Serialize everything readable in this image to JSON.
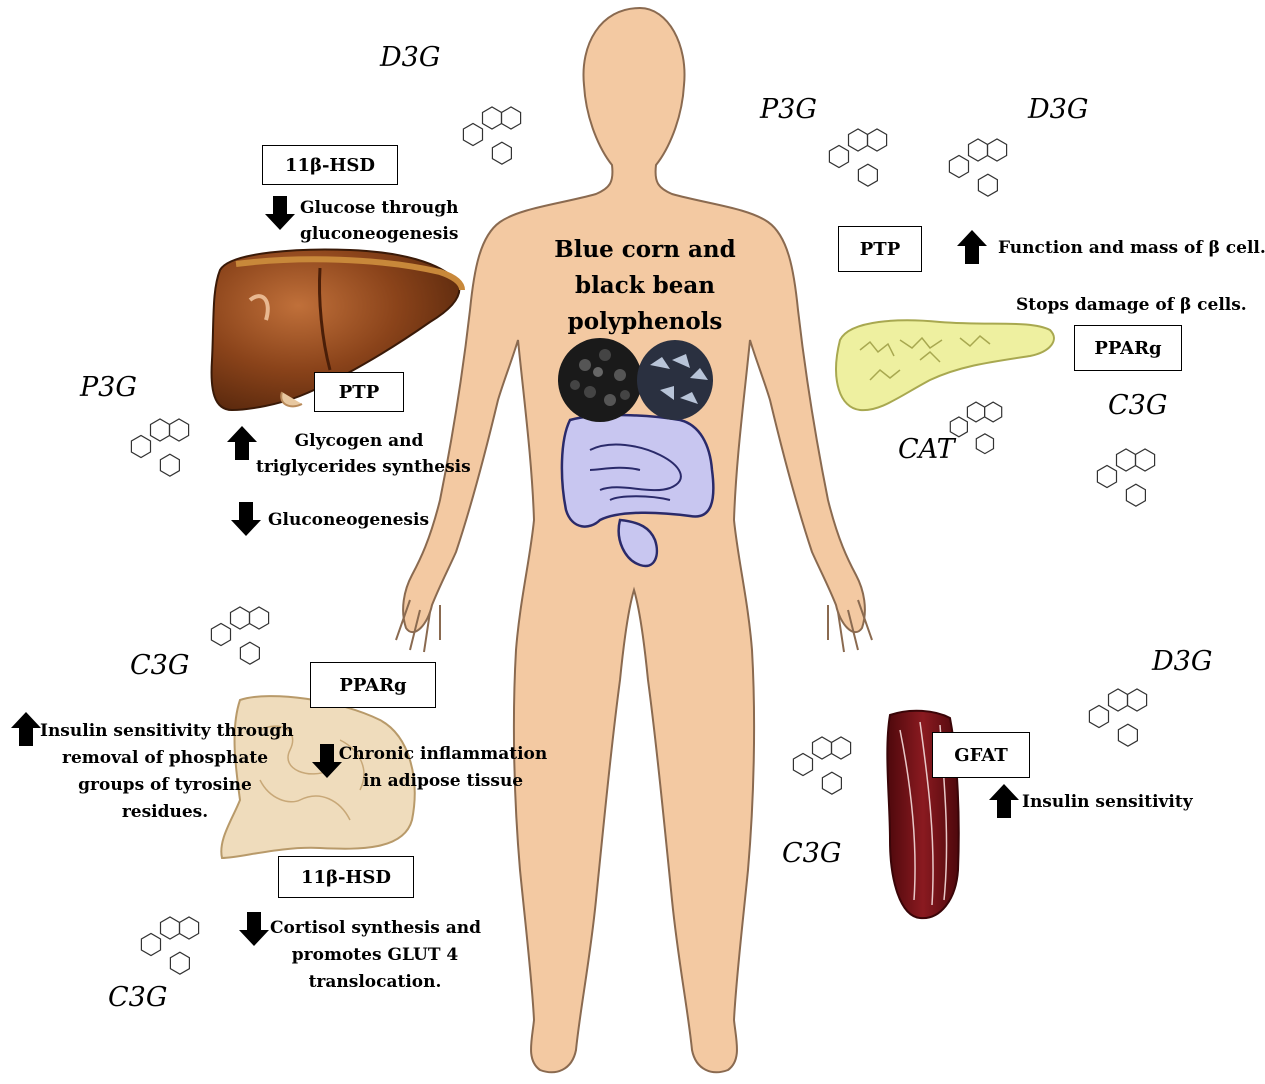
{
  "center": {
    "title_lines": [
      "Blue corn and",
      "black bean",
      "polyphenols"
    ]
  },
  "compounds": {
    "d3g_top": "D3G",
    "p3g_right": "P3G",
    "d3g_right": "D3G",
    "p3g_liver": "P3G",
    "cat": "CAT",
    "c3g_pancreas": "C3G",
    "c3g_adipose": "C3G",
    "d3g_muscle": "D3G",
    "c3g_muscle": "C3G",
    "c3g_bottom": "C3G"
  },
  "liver": {
    "hsd_box": "11β-HSD",
    "glucose_lines": [
      "Glucose through",
      "gluconeogenesis"
    ],
    "ptp_box": "PTP",
    "glycogen_lines": [
      "Glycogen and",
      "triglycerides synthesis"
    ],
    "gluconeo": "Gluconeogenesis"
  },
  "pancreas": {
    "ptp_box": "PTP",
    "function_text": "Function and mass of β cell.",
    "stops_text": "Stops damage of β cells.",
    "ppar_box": "PPARg"
  },
  "adipose": {
    "ppar_box": "PPARg",
    "insulin_lines": [
      "Insulin sensitivity through",
      "removal of phosphate",
      "groups of tyrosine",
      "residues."
    ],
    "inflammation_lines": [
      "Chronic inflammation",
      "in adipose tissue"
    ],
    "hsd_box": "11β-HSD",
    "cortisol_lines": [
      "Cortisol synthesis and",
      "promotes GLUT 4",
      "translocation."
    ]
  },
  "muscle": {
    "gfat_box": "GFAT",
    "insulin_text": "Insulin sensitivity"
  },
  "colors": {
    "skin": "#f3c9a2",
    "skin_outline": "#8a6a50",
    "liver": "#7a3a14",
    "pancreas": "#eef0a0",
    "intestine": "#c8c6f0",
    "adipose": "#efdcbc",
    "muscle": "#6e0f14"
  }
}
